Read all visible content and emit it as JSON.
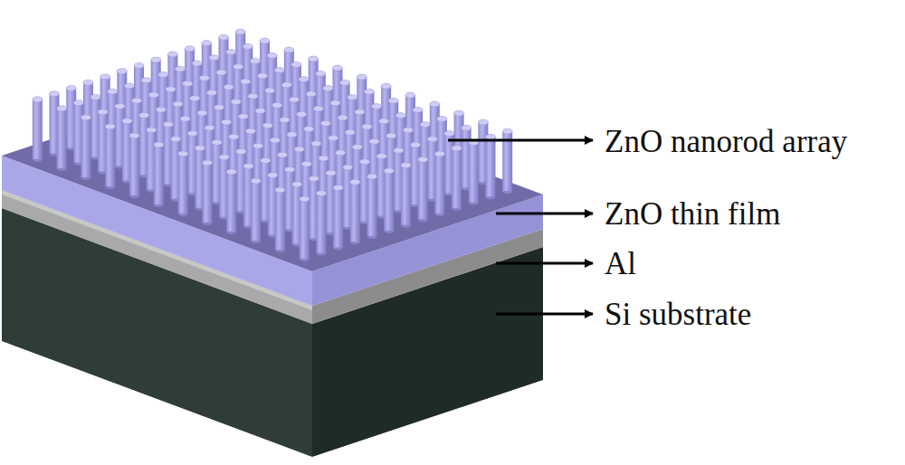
{
  "diagram": {
    "labels": [
      "ZnO nanorod array",
      "ZnO thin film",
      "Al",
      "Si substrate"
    ]
  }
}
